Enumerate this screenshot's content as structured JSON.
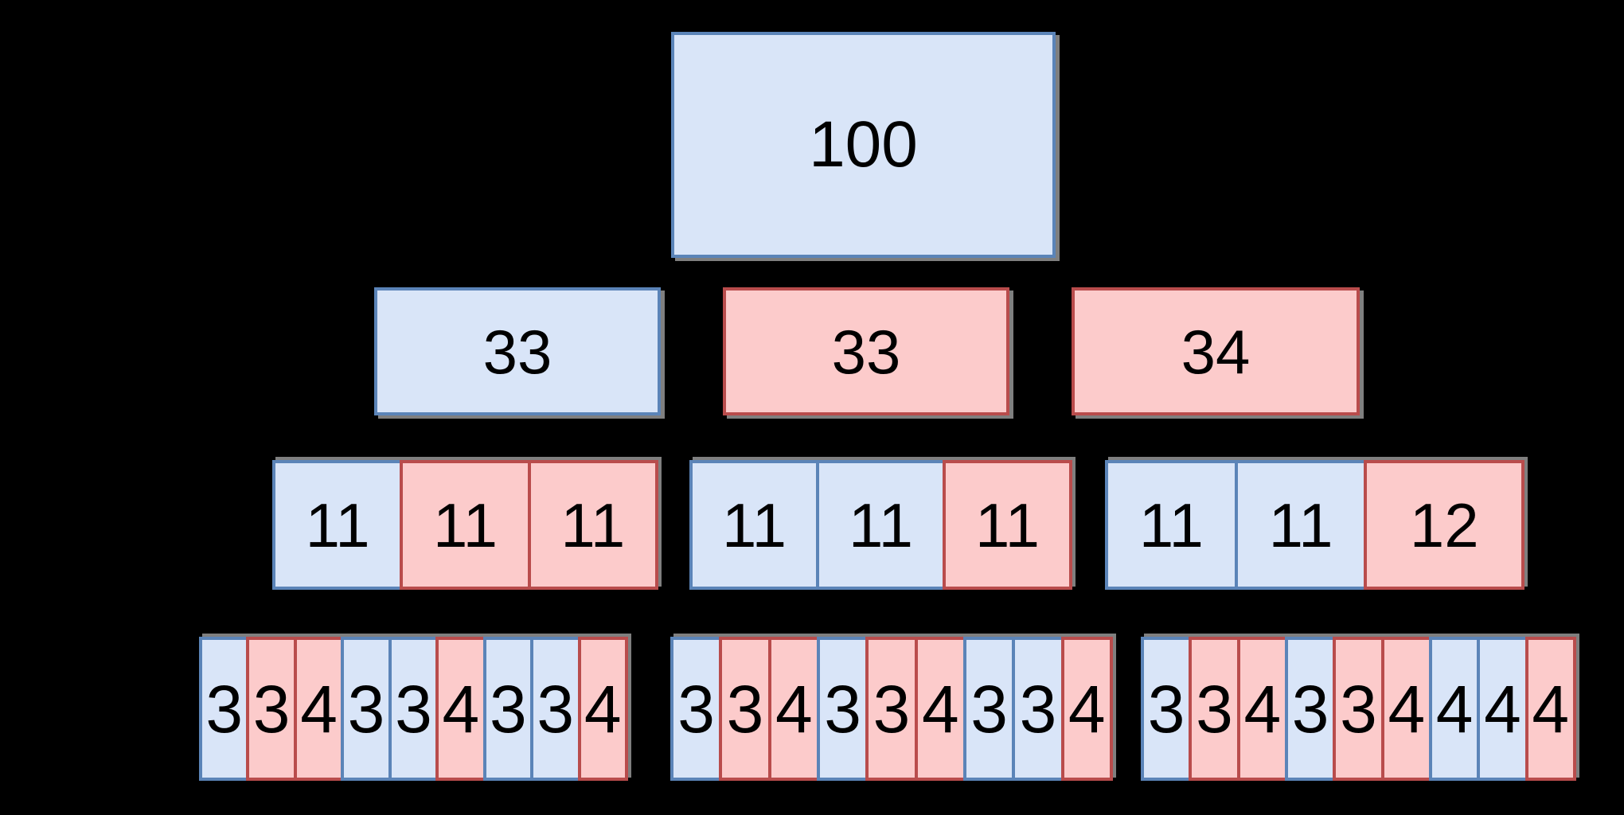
{
  "background": "#000000",
  "colors": {
    "background": "#000000",
    "blue_fill": "#d9e5f8",
    "blue_border": "#5b84b8",
    "pink_fill": "#fccbcb",
    "pink_border": "#b94c4c",
    "shadow": "#7f7f7f",
    "text": "#000000"
  },
  "tree": {
    "root": {
      "label": "100",
      "variant": "blue"
    },
    "level2": [
      {
        "label": "33",
        "variant": "blue"
      },
      {
        "label": "33",
        "variant": "pink"
      },
      {
        "label": "34",
        "variant": "pink"
      }
    ],
    "level3": [
      {
        "cells": [
          {
            "label": "11",
            "variant": "blue"
          },
          {
            "label": "11",
            "variant": "pink"
          },
          {
            "label": "11",
            "variant": "pink"
          }
        ]
      },
      {
        "cells": [
          {
            "label": "11",
            "variant": "blue"
          },
          {
            "label": "11",
            "variant": "blue"
          },
          {
            "label": "11",
            "variant": "pink"
          }
        ]
      },
      {
        "cells": [
          {
            "label": "11",
            "variant": "blue"
          },
          {
            "label": "11",
            "variant": "blue"
          },
          {
            "label": "12",
            "variant": "pink"
          }
        ]
      }
    ],
    "level4": [
      {
        "cells": [
          {
            "label": "3",
            "variant": "blue"
          },
          {
            "label": "3",
            "variant": "pink"
          },
          {
            "label": "4",
            "variant": "pink"
          },
          {
            "label": "3",
            "variant": "blue"
          },
          {
            "label": "3",
            "variant": "blue"
          },
          {
            "label": "4",
            "variant": "pink"
          },
          {
            "label": "3",
            "variant": "blue"
          },
          {
            "label": "3",
            "variant": "blue"
          },
          {
            "label": "4",
            "variant": "pink"
          }
        ]
      },
      {
        "cells": [
          {
            "label": "3",
            "variant": "blue"
          },
          {
            "label": "3",
            "variant": "pink"
          },
          {
            "label": "4",
            "variant": "pink"
          },
          {
            "label": "3",
            "variant": "blue"
          },
          {
            "label": "3",
            "variant": "pink"
          },
          {
            "label": "4",
            "variant": "pink"
          },
          {
            "label": "3",
            "variant": "blue"
          },
          {
            "label": "3",
            "variant": "blue"
          },
          {
            "label": "4",
            "variant": "pink"
          }
        ]
      },
      {
        "cells": [
          {
            "label": "3",
            "variant": "blue"
          },
          {
            "label": "3",
            "variant": "pink"
          },
          {
            "label": "4",
            "variant": "pink"
          },
          {
            "label": "3",
            "variant": "blue"
          },
          {
            "label": "3",
            "variant": "pink"
          },
          {
            "label": "4",
            "variant": "pink"
          },
          {
            "label": "4",
            "variant": "blue"
          },
          {
            "label": "4",
            "variant": "blue"
          },
          {
            "label": "4",
            "variant": "pink"
          }
        ]
      }
    ]
  }
}
